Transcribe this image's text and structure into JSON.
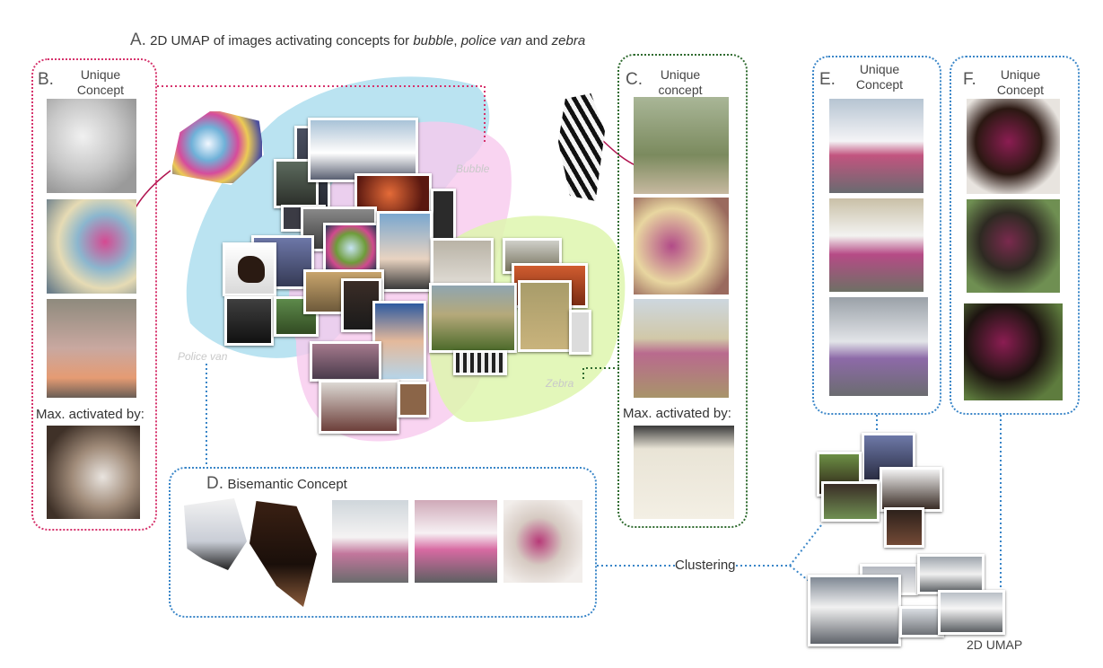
{
  "title": {
    "prefix": "A.",
    "text_before": "2D UMAP of images activating concepts for ",
    "term1": "bubble",
    "sep1": ", ",
    "term2": "police van",
    "sep2": " and ",
    "term3": "zebra"
  },
  "umap_labels": {
    "bubble": "Bubble",
    "police_van": "Police van",
    "zebra": "Zebra"
  },
  "panel_b": {
    "letter": "B.",
    "title_line1": "Unique",
    "title_line2": "Concept",
    "max_label": "Max. activated by:"
  },
  "panel_c": {
    "letter": "C.",
    "title_line1": "Unique",
    "title_line2": "concept",
    "max_label": "Max. activated by:"
  },
  "panel_d": {
    "letter": "D.",
    "title": "Bisemantic Concept"
  },
  "panel_e": {
    "letter": "E.",
    "title_line1": "Unique",
    "title_line2": "Concept"
  },
  "panel_f": {
    "letter": "F.",
    "title_line1": "Unique",
    "title_line2": "Concept"
  },
  "clustering_label": "Clustering",
  "umap2d_label": "2D UMAP",
  "colors": {
    "pink_dotted": "#d6336c",
    "green_dotted": "#2f6b2f",
    "blue_dotted": "#3a86c8",
    "blob_bubble": "#f7c6ec",
    "blob_police": "#9fd8ea",
    "blob_zebra": "#dcf5a8",
    "highlight": "#c2185b"
  }
}
